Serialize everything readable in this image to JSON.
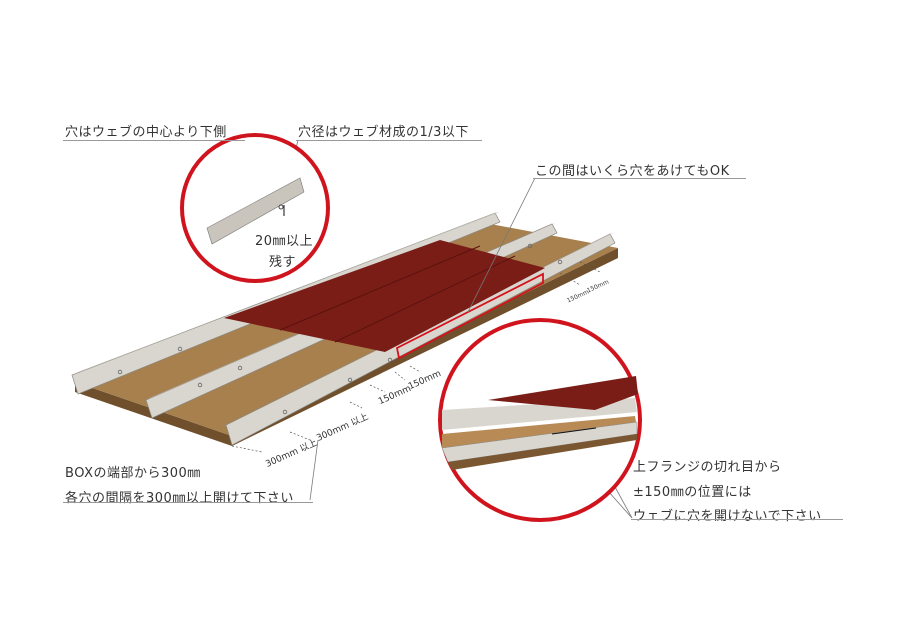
{
  "colors": {
    "board": "#a8804e",
    "board_edge": "#6f4f2c",
    "rail": "#d9d6cf",
    "rail_shade": "#b5b1a8",
    "panel": "#7b1d17",
    "highlight": "#d4121c",
    "callout_circle": "#d0141e"
  },
  "callouts": {
    "hole_below_center": "穴はウェブの中心より下側",
    "hole_diameter": "穴径はウェブ材成の1/3以下",
    "leave_20mm_line1": "20㎜以上",
    "leave_20mm_line2": "残す",
    "free_zone": "この間はいくら穴をあけてもOK",
    "box_end_line1": "BOXの端部から300㎜",
    "box_end_line2": "各穴の間隔を300㎜以上開けて下さい",
    "flange_line1": "上フランジの切れ目から",
    "flange_line2": "±150㎜の位置には",
    "flange_line3": "ウェブに穴を開けないで下さい"
  },
  "dimensions": {
    "d300_a": "300mm 以上",
    "d300_b": "300mm 以上",
    "d150_a": "150mm",
    "d150_b": "150mm",
    "d150_small_a": "150mm",
    "d150_small_b": "150mm"
  }
}
